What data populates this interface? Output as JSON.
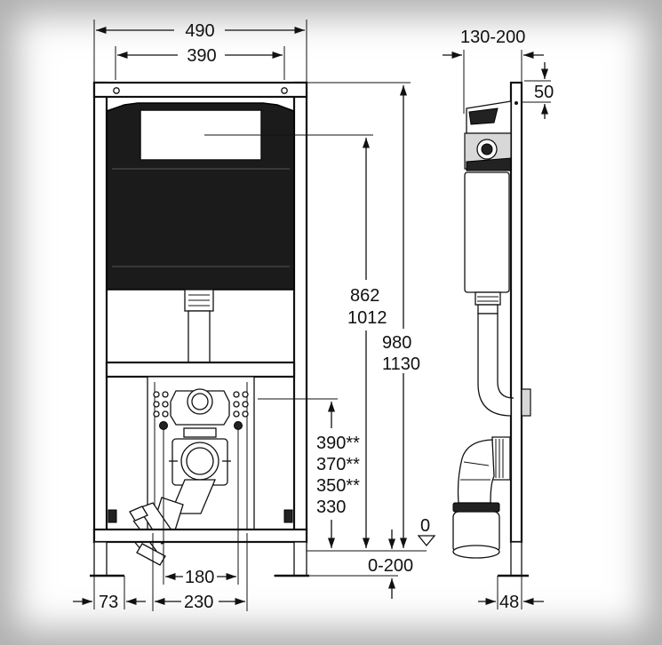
{
  "dimensions": {
    "front_width_outer": "490",
    "front_width_inner": "390",
    "side_depth": "130-200",
    "side_top_offset": "50",
    "height_tank_a": "862",
    "height_tank_b": "1012",
    "height_total_a": "980",
    "height_total_b": "1130",
    "drain_height_1": "390**",
    "drain_height_2": "370**",
    "drain_height_3": "350**",
    "drain_height_4": "330",
    "floor_zero": "0",
    "floor_adjust": "0-200",
    "leg_offset": "73",
    "bolt_spacing_inner": "180",
    "bolt_spacing_outer": "230",
    "side_leg_width": "48"
  }
}
